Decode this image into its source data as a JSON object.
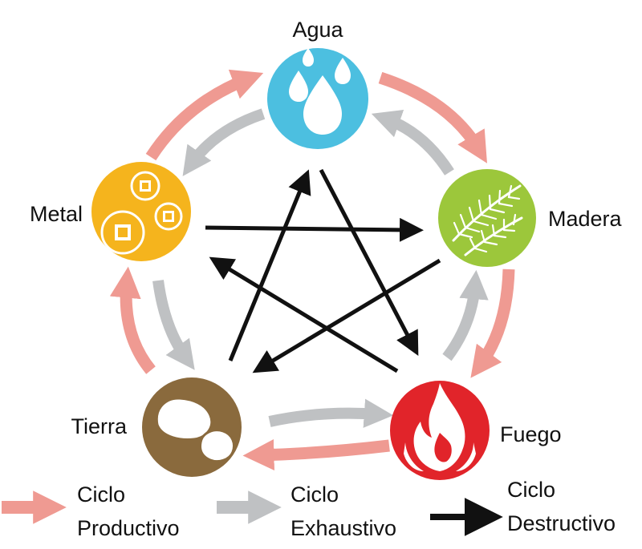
{
  "elements": {
    "agua": {
      "label": "Agua",
      "color": "#4cbfe0"
    },
    "madera": {
      "label": "Madera",
      "color": "#9cc73b"
    },
    "fuego": {
      "label": "Fuego",
      "color": "#e1242a"
    },
    "tierra": {
      "label": "Tierra",
      "color": "#8a6a3d"
    },
    "metal": {
      "label": "Metal",
      "color": "#f5b41d"
    }
  },
  "arrow_colors": {
    "productivo": "#ef9a92",
    "exhaustivo": "#bfc1c3",
    "destructivo": "#111111"
  },
  "legend": [
    {
      "id": "productivo",
      "line1": "Ciclo",
      "line2": "Productivo"
    },
    {
      "id": "exhaustivo",
      "line1": "Ciclo",
      "line2": "Exhaustivo"
    },
    {
      "id": "destructivo",
      "line1": "Ciclo",
      "line2": "Destructivo"
    }
  ]
}
